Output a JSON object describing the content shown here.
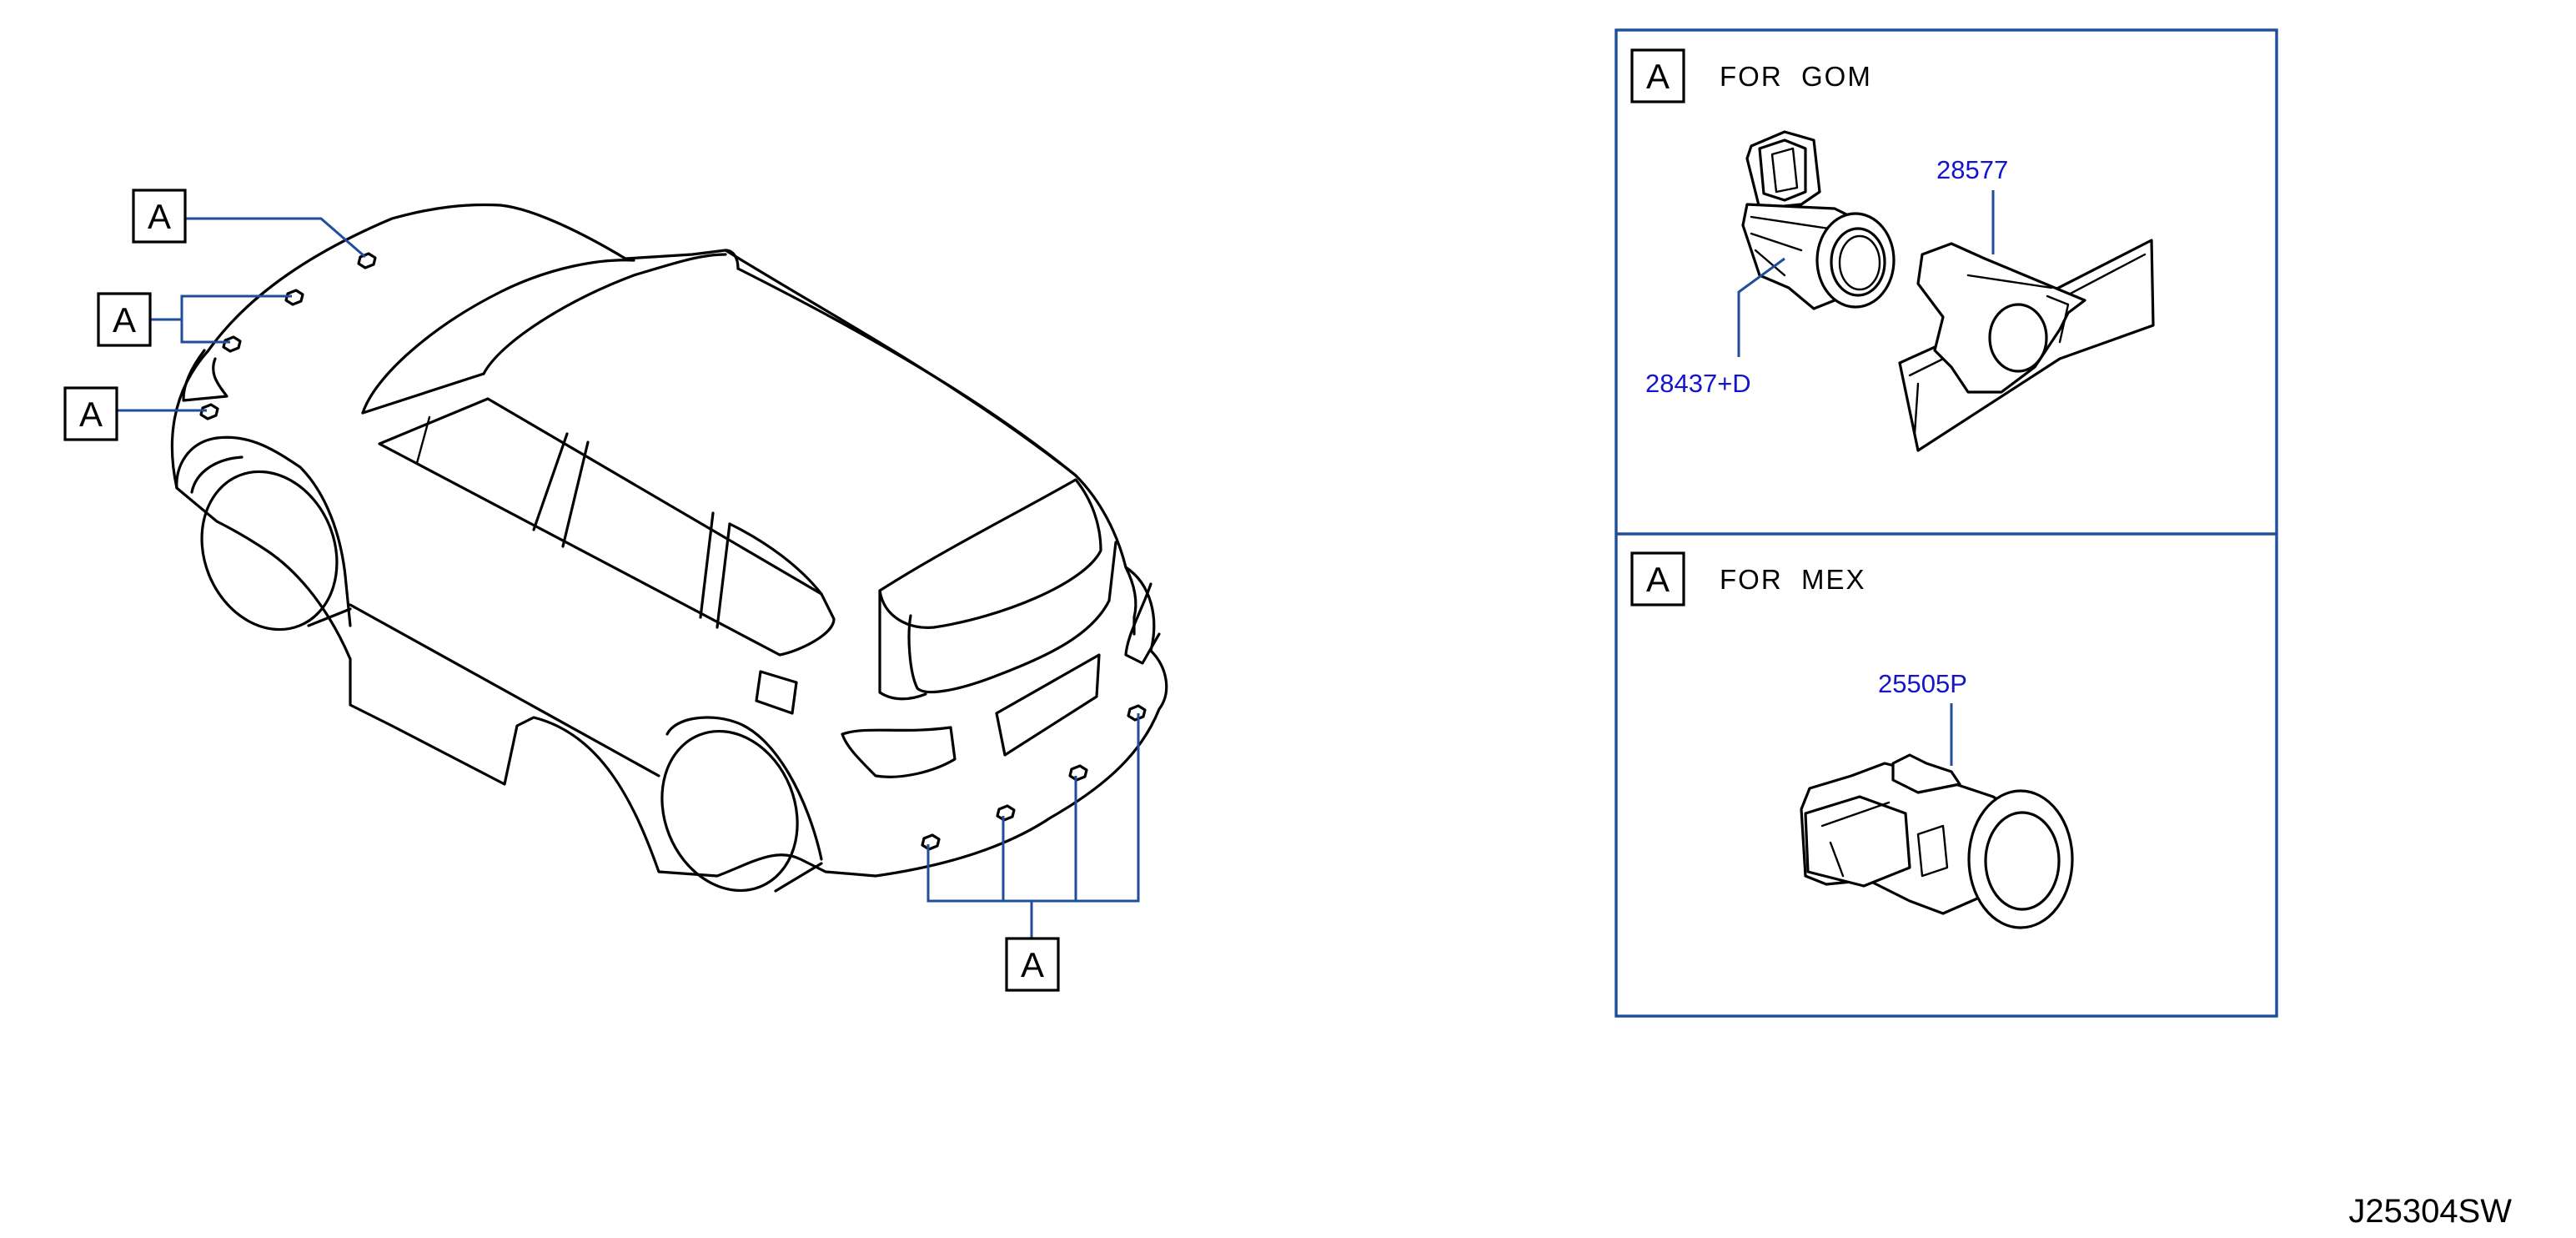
{
  "vehicle": {
    "ref_label": "A"
  },
  "panels": {
    "gom": {
      "ref_label": "A",
      "title": "FOR  GOM",
      "parts": {
        "bracket": "28577",
        "sensor": "28437+D"
      }
    },
    "mex": {
      "ref_label": "A",
      "title": "FOR  MEX",
      "parts": {
        "sensor": "25505P"
      }
    }
  },
  "diagram_code": "J25304SW"
}
